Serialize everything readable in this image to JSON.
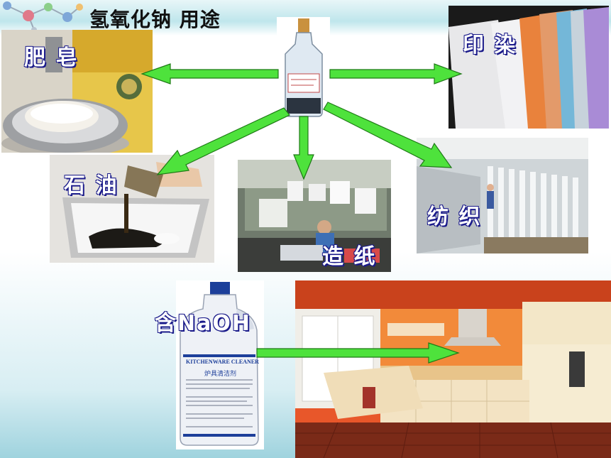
{
  "title": "氢氧化钠 用途",
  "labels": {
    "soap": "肥 皂",
    "dyeing": "印 染",
    "petroleum": "石 油",
    "papermaking": "造 纸",
    "textile": "纺 织",
    "contains_naoh": "含NaOH"
  },
  "cleaner_bottle": {
    "brand_line": "KITCHENWARE CLEANER",
    "chinese_line": "炉具清洁剂"
  },
  "colors": {
    "arrow": "#4ee23c",
    "arrow_outline": "#1e7a16",
    "label_text": "#ffffff",
    "label_outline": "#1a1a8a"
  }
}
